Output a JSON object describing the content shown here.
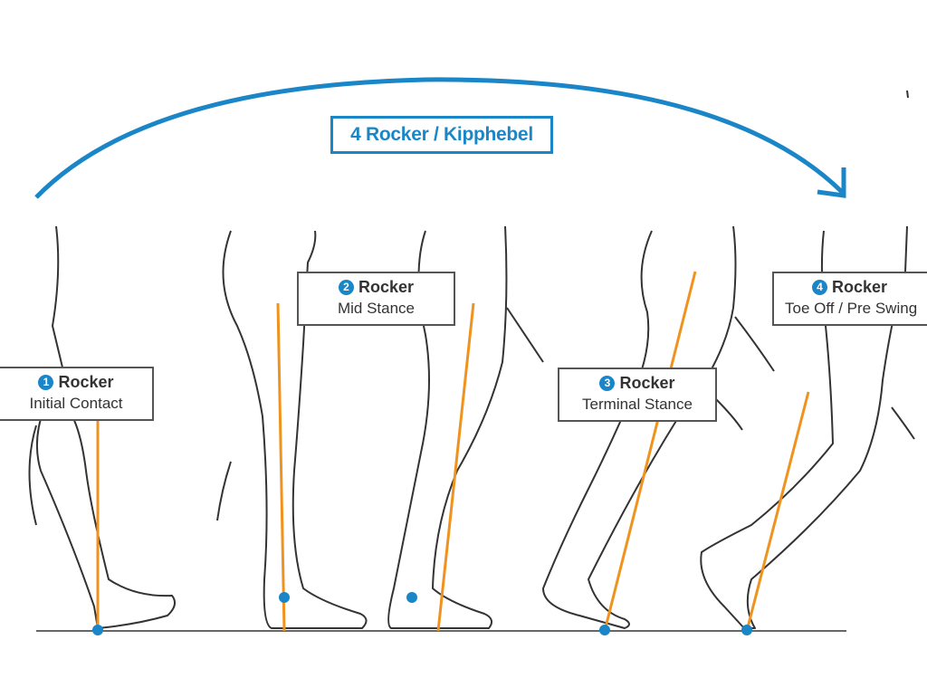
{
  "title": "4 Rocker / Kipphebel",
  "colors": {
    "accent_blue": "#1a86c8",
    "axis_orange": "#f0931e",
    "outline": "#333333"
  },
  "rockers": [
    {
      "number": "1",
      "title": "Rocker",
      "phase": "Initial Contact"
    },
    {
      "number": "2",
      "title": "Rocker",
      "phase": "Mid Stance"
    },
    {
      "number": "3",
      "title": "Rocker",
      "phase": "Terminal Stance"
    },
    {
      "number": "4",
      "title": "Rocker",
      "phase": "Toe Off / Pre Swing"
    }
  ]
}
